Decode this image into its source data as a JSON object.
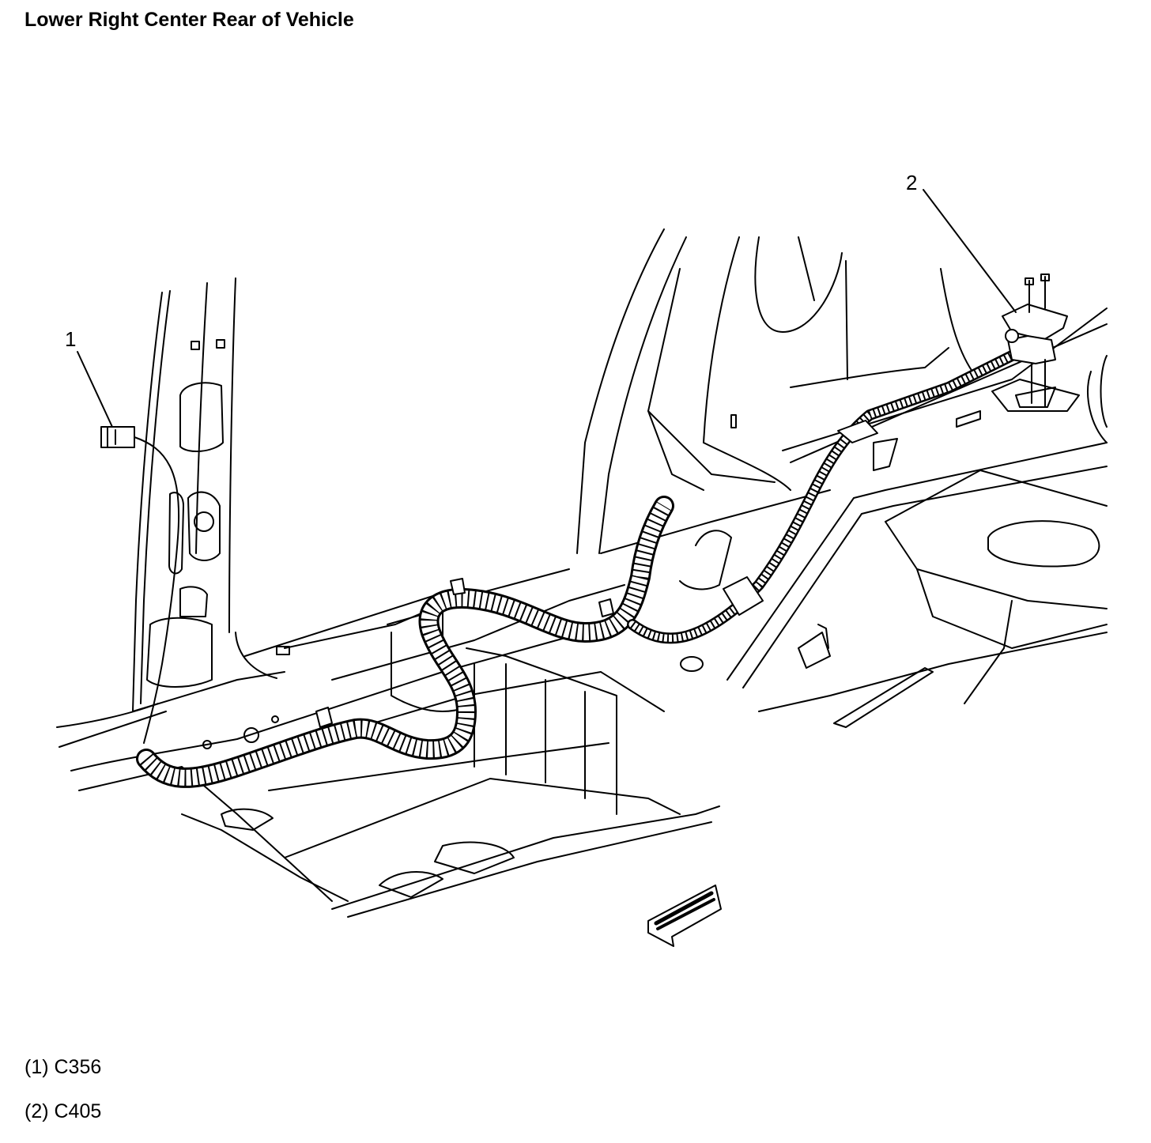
{
  "title": "Lower Right Center Rear of Vehicle",
  "callouts": [
    {
      "number": "1",
      "label": "(1) C356"
    },
    {
      "number": "2",
      "label": "(2) C405"
    }
  ],
  "colors": {
    "line": "#000000",
    "background": "#ffffff"
  }
}
